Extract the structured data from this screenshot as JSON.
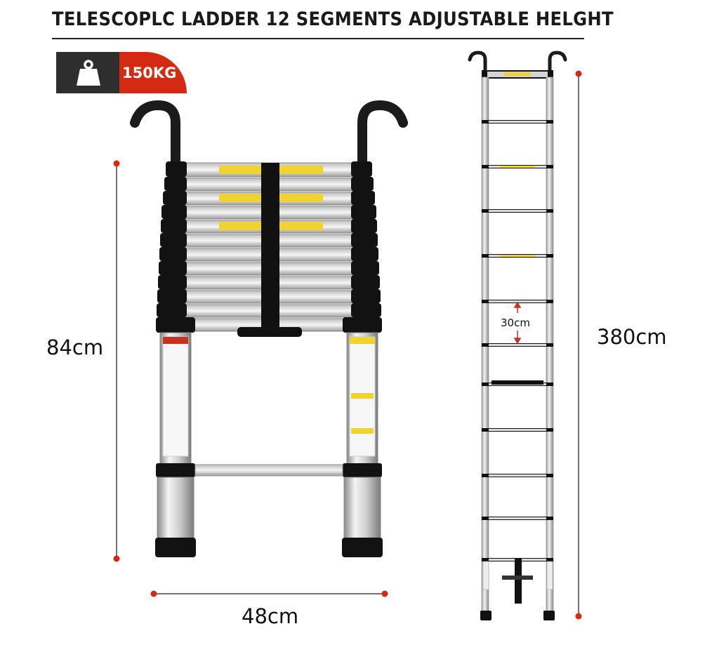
{
  "title": "TELESCOPLC LADDER 12 SEGMENTS ADJUSTABLE HELGHT",
  "badge": {
    "icon": "weight-icon",
    "load": "150KG"
  },
  "dimensions": {
    "folded_height": "84cm",
    "width": "48cm",
    "rung_spacing": "30cm",
    "extended_height": "380cm"
  },
  "colors": {
    "accent_red": "#d42a12",
    "badge_dark": "#2e2e2e",
    "dimension_dot": "#d42a12"
  }
}
